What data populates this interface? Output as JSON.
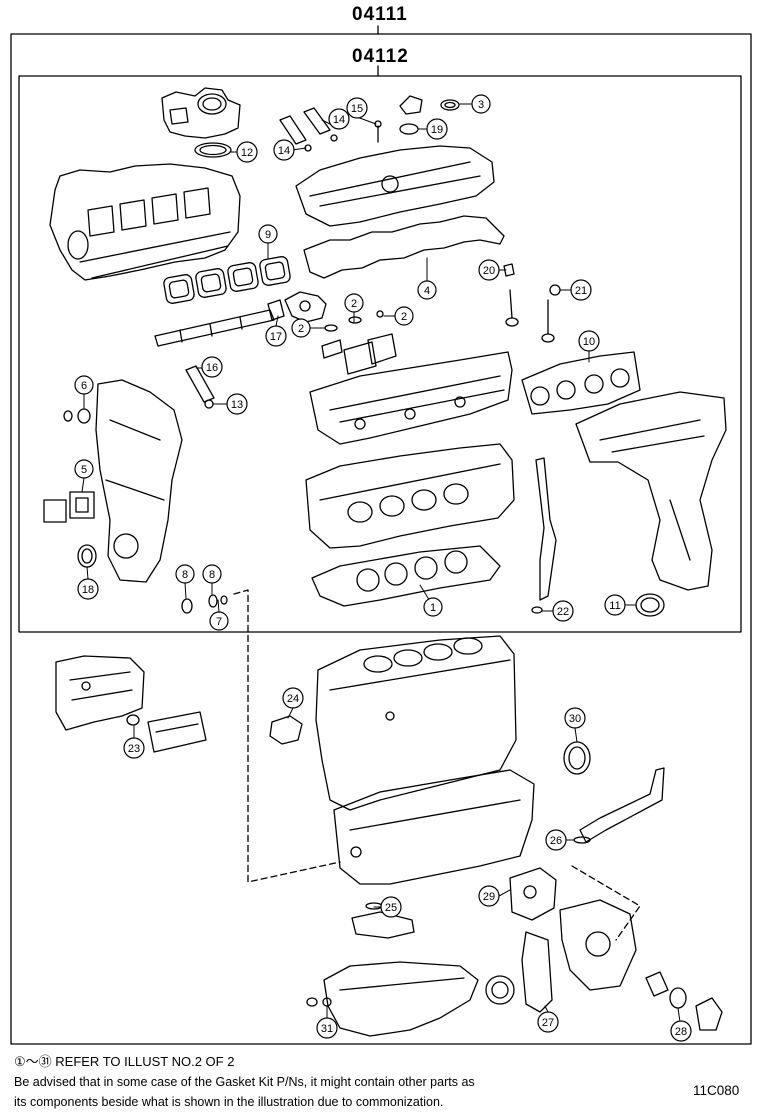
{
  "kit_labels": {
    "outer": "04111",
    "inner": "04112"
  },
  "callouts": [
    "1",
    "2",
    "2",
    "2",
    "3",
    "4",
    "5",
    "6",
    "7",
    "8",
    "8",
    "9",
    "10",
    "11",
    "12",
    "13",
    "14",
    "14",
    "15",
    "16",
    "17",
    "18",
    "19",
    "20",
    "21",
    "22",
    "23",
    "24",
    "25",
    "26",
    "27",
    "28",
    "29",
    "30",
    "31"
  ],
  "footer": {
    "reference": "①～㉛ REFER TO ILLUST NO.2 OF 2",
    "note_line1": "Be advised that in some case of the Gasket Kit P/Ns,  it might contain other parts as",
    "note_line2": "its components beside what is shown in the illustration due to commonization.",
    "illustration_code": "11C080"
  }
}
